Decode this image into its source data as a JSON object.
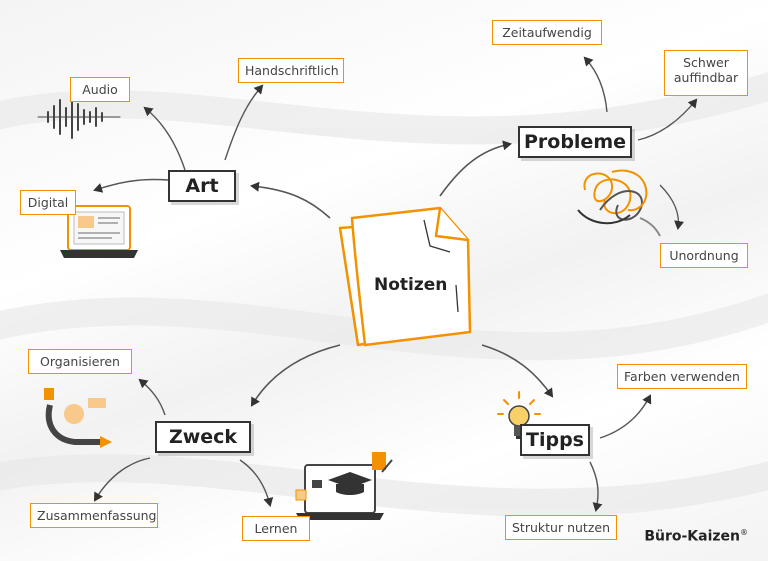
{
  "center": {
    "label": "Notizen"
  },
  "categories": {
    "art": "Art",
    "probleme": "Probleme",
    "zweck": "Zweck",
    "tipps": "Tipps"
  },
  "leaves": {
    "handschriftlich": "Handschriftlich",
    "audio": "Audio",
    "digital": "Digital",
    "zeitaufwendig": "Zeitaufwendig",
    "schwer_auffindbar": [
      "Schwer",
      "auffindbar"
    ],
    "unordnung": "Unordnung",
    "organisieren": "Organisieren",
    "zusammenfassung": "Zusammenfassung",
    "lernen": "Lernen",
    "farben_verwenden": "Farben verwenden",
    "struktur_nutzen": "Struktur nutzen"
  },
  "brand": {
    "name": "Büro-Kaizen",
    "mark": "®"
  },
  "colors": {
    "accent": "#f39200",
    "ink": "#333333"
  }
}
